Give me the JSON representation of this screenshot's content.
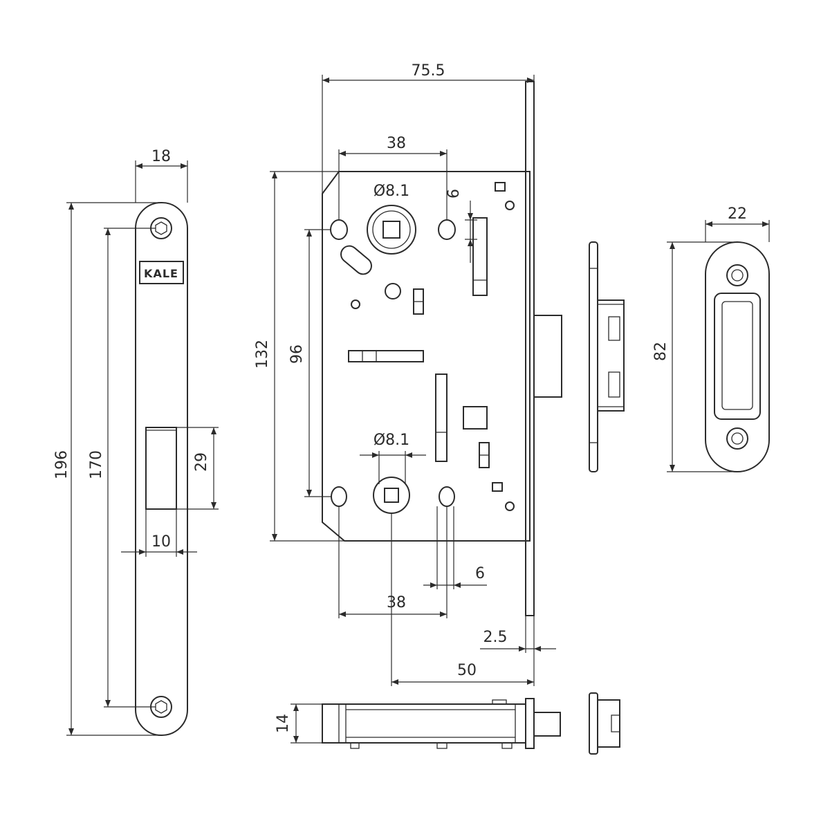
{
  "brand_logo": "KALE",
  "faceplate": {
    "width": "18",
    "total_height": "196",
    "screw_distance": "170",
    "latch_opening_height": "29",
    "latch_opening_width": "10"
  },
  "lock_body": {
    "total_width": "75.5",
    "body_height": "132",
    "upper_hole_spacing": "38",
    "upper_spindle_diameter": "Ø8.1",
    "upper_slot_width": "6",
    "center_distance": "96",
    "lower_spindle_diameter": "Ø8.1",
    "lower_slot_width": "6",
    "lower_hole_spacing": "38",
    "plate_thickness": "2.5",
    "backset": "50",
    "body_thickness": "14"
  },
  "strike_plate": {
    "width": "22",
    "height": "82"
  }
}
